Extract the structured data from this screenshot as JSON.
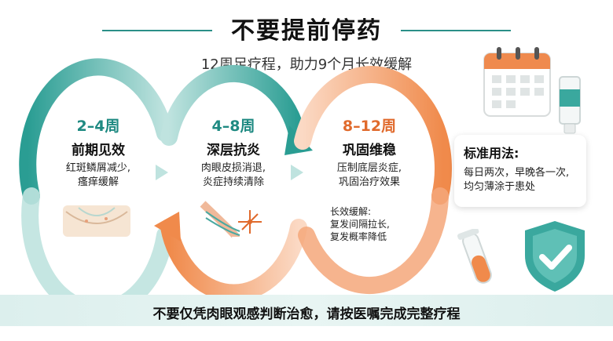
{
  "header": {
    "title": "不要提前停药",
    "subtitle": "12周足疗程，助力9个月长效缓解"
  },
  "stages": [
    {
      "range": "2–4周",
      "heading": "前期见效",
      "desc_line1": "红斑鳞屑减少,",
      "desc_line2": "瘙痒缓解",
      "color": "#1f8a82"
    },
    {
      "range": "4–8周",
      "heading": "深层抗炎",
      "desc_line1": "肉眼皮损消退,",
      "desc_line2": "炎症持续清除",
      "color": "#1f8a82"
    },
    {
      "range": "8–12周",
      "heading": "巩固维稳",
      "desc_line1": "压制底层炎症,",
      "desc_line2": "巩固治疗效果",
      "color": "#e06a2c"
    }
  ],
  "longterm": {
    "line1": "长效缓解:",
    "line2": "复发间隔拉长,",
    "line3": "复发概率降低"
  },
  "usage_card": {
    "title": "标准用法:",
    "line1": "每日两次，早晚各一次,",
    "line2": "均匀薄涂于患处"
  },
  "footer": {
    "banner": "不要仅凭肉眼观感判断治愈，请按医嘱完成完整疗程"
  },
  "colors": {
    "teal": "#2a9d93",
    "teal_light": "#bfe3df",
    "orange": "#f08a4b",
    "orange_light": "#fbd9c4"
  },
  "icons": [
    "calendar-icon",
    "ointment-tube-icon",
    "test-tube-icon",
    "shield-check-icon",
    "skin-layer-icon",
    "inflammation-icon",
    "chevron-right-icon"
  ]
}
